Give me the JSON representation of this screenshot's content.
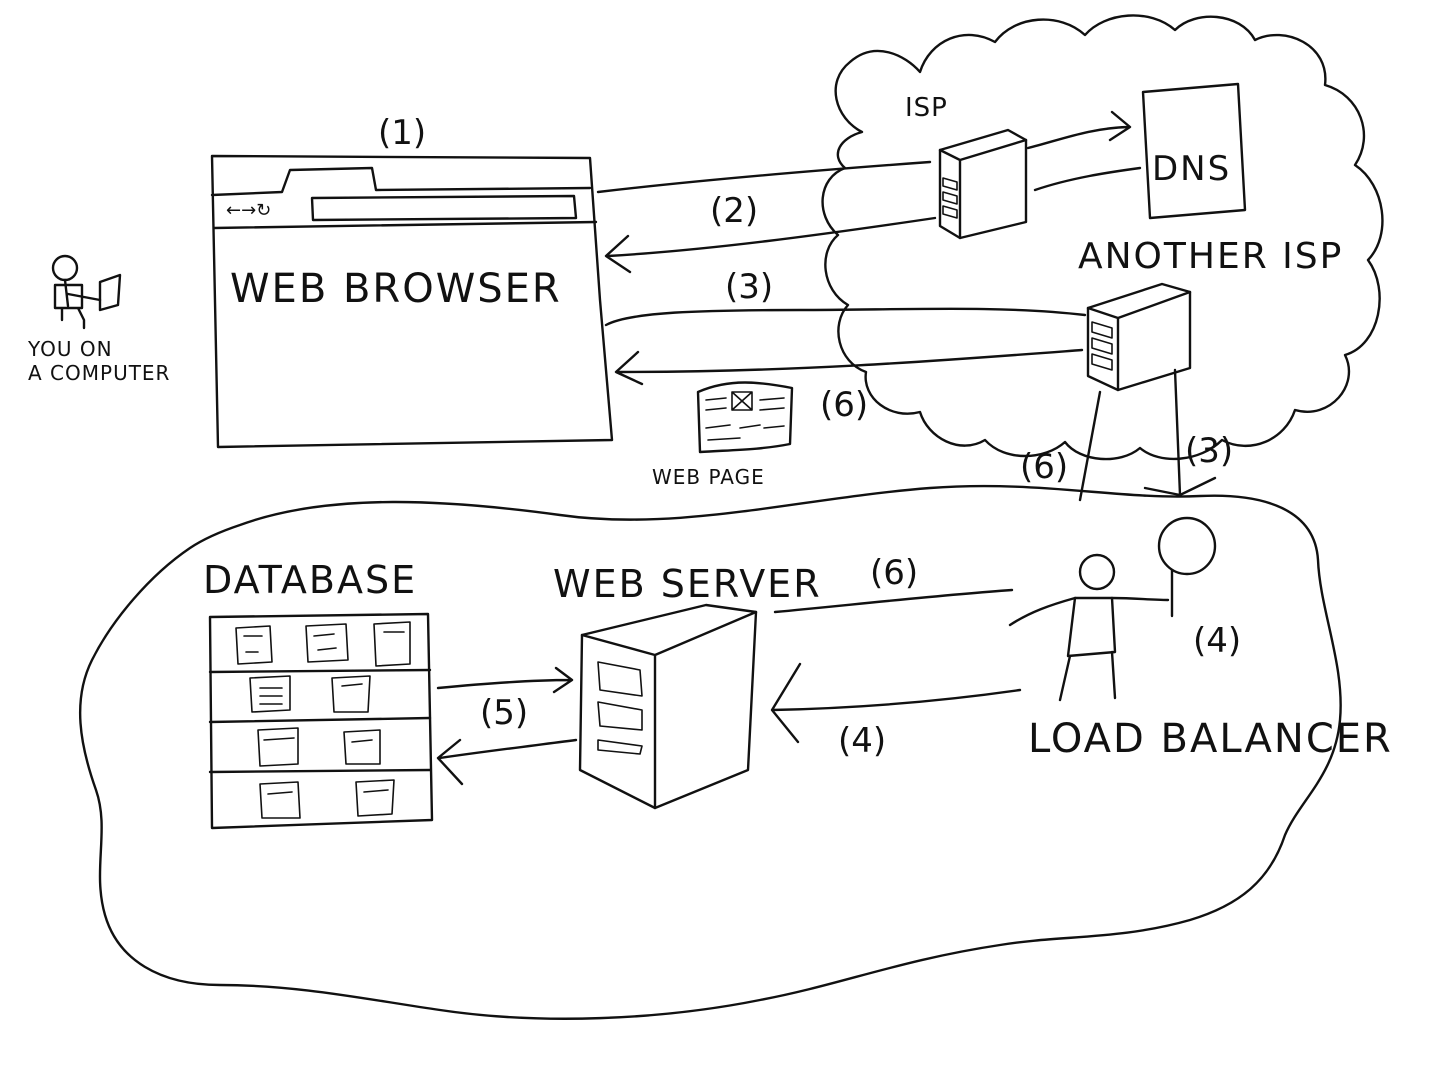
{
  "labels": {
    "you_line1": "YOU ON",
    "you_line2": "A COMPUTER",
    "web_browser": "WEB BROWSER",
    "isp": "ISP",
    "dns": "DNS",
    "another_isp": "ANOTHER ISP",
    "web_page": "WEB PAGE",
    "database": "DATABASE",
    "web_server": "WEB SERVER",
    "load_balancer": "LOAD BALANCER"
  },
  "steps": {
    "s1": "(1)",
    "s2": "(2)",
    "s3": "(3)",
    "s3b": "(3)",
    "s4": "(4)",
    "s4b": "(4)",
    "s5": "(5)",
    "s6a": "(6)",
    "s6b": "(6)",
    "s6c": "(6)"
  },
  "browser": {
    "nav_glyphs": "←→↻"
  },
  "colors": {
    "ink": "#111111",
    "paper": "#ffffff"
  }
}
